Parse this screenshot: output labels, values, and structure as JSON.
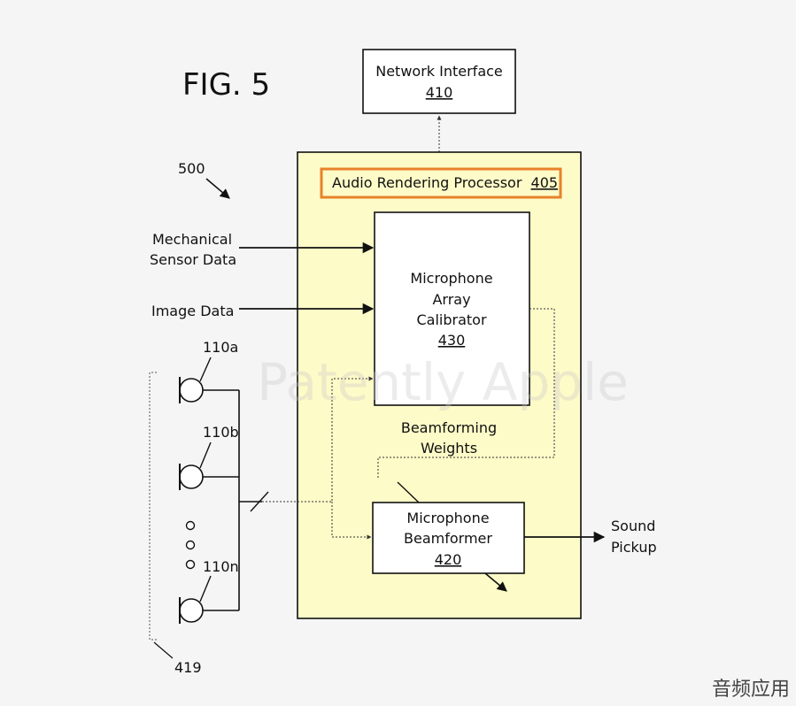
{
  "figure": {
    "title": "FIG. 5",
    "ref": "500"
  },
  "network_interface": {
    "line1": "Network Interface",
    "ref": "410"
  },
  "processor": {
    "label": "Audio Rendering Processor",
    "ref": "405"
  },
  "calibrator": {
    "line1": "Microphone",
    "line2": "Array",
    "line3": "Calibrator",
    "ref": "430"
  },
  "beamformer": {
    "line1": "Microphone",
    "line2": "Beamformer",
    "ref": "420"
  },
  "inputs": {
    "mechanical_line1": "Mechanical",
    "mechanical_line2": "Sensor Data",
    "image": "Image Data"
  },
  "weights": {
    "line1": "Beamforming",
    "line2": "Weights"
  },
  "output": {
    "line1": "Sound",
    "line2": "Pickup"
  },
  "mics": {
    "a": "110a",
    "b": "110b",
    "n": "110n",
    "group_ref": "419"
  },
  "watermark": "Patently Apple",
  "corner_badge": "音频应用",
  "colors": {
    "processor_fill": "#fdfbc8",
    "highlight_border": "#e8822a",
    "line": "#111111"
  }
}
